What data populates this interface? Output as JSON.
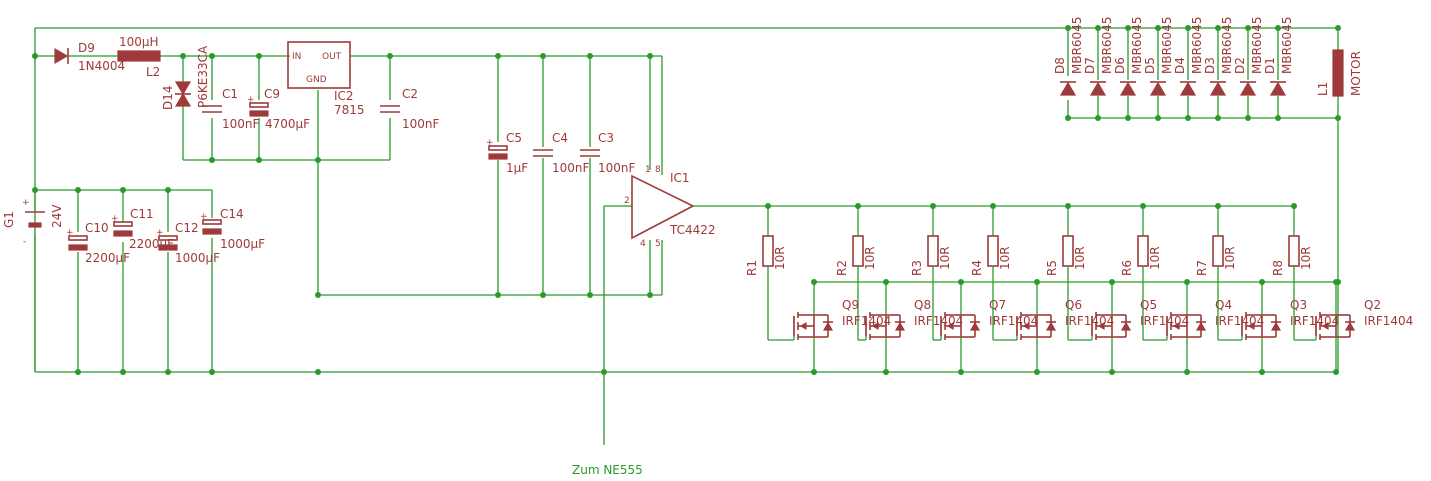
{
  "colors": {
    "wire": "#2b9a2b",
    "component": "#9e3a3a",
    "background": "#ffffff"
  },
  "labels": {
    "D9": "D9",
    "D9v": "1N4004",
    "L2v": "100µH",
    "L2": "L2",
    "D14": "D14",
    "D14v": "P6KE33CA",
    "C1": "C1",
    "C1v": "100nF",
    "C9": "C9",
    "C9v": "4700µF",
    "IC2": "IC2",
    "IC2v": "7815",
    "IC2in": "IN",
    "IC2out": "OUT",
    "IC2gnd": "GND",
    "C2": "C2",
    "C2v": "100nF",
    "C5": "C5",
    "C5v": "1µF",
    "C4": "C4",
    "C4v": "100nF",
    "C3": "C3",
    "C3v": "100nF",
    "G1": "G1",
    "G1v": "24V",
    "C10": "C10",
    "C10v": "2200µF",
    "C11": "C11",
    "C11v": "2200µF",
    "C12": "C12",
    "C12v": "1000µF",
    "C14": "C14",
    "C14v": "1000µF",
    "IC1": "IC1",
    "IC1v": "TC4422",
    "p1": "1",
    "p2": "2",
    "p4": "4",
    "p5": "5",
    "p8": "8",
    "plus": "+",
    "minus": "-",
    "L1": "L1",
    "L1v": "MOTOR",
    "note": "Zum NE555"
  },
  "diodes": [
    {
      "name": "D8",
      "value": "MBR6045"
    },
    {
      "name": "D7",
      "value": "MBR6045"
    },
    {
      "name": "D6",
      "value": "MBR6045"
    },
    {
      "name": "D5",
      "value": "MBR6045"
    },
    {
      "name": "D4",
      "value": "MBR6045"
    },
    {
      "name": "D3",
      "value": "MBR6045"
    },
    {
      "name": "D2",
      "value": "MBR6045"
    },
    {
      "name": "D1",
      "value": "MBR6045"
    }
  ],
  "resistors": [
    {
      "name": "R1",
      "value": "10R"
    },
    {
      "name": "R2",
      "value": "10R"
    },
    {
      "name": "R3",
      "value": "10R"
    },
    {
      "name": "R4",
      "value": "10R"
    },
    {
      "name": "R5",
      "value": "10R"
    },
    {
      "name": "R6",
      "value": "10R"
    },
    {
      "name": "R7",
      "value": "10R"
    },
    {
      "name": "R8",
      "value": "10R"
    }
  ],
  "mosfets": [
    {
      "name": "Q9",
      "value": "IRF1404"
    },
    {
      "name": "Q8",
      "value": "IRF1404"
    },
    {
      "name": "Q7",
      "value": "IRF1404"
    },
    {
      "name": "Q6",
      "value": "IRF1404"
    },
    {
      "name": "Q5",
      "value": "IRF1404"
    },
    {
      "name": "Q4",
      "value": "IRF1404"
    },
    {
      "name": "Q3",
      "value": "IRF1404"
    },
    {
      "name": "Q2",
      "value": "IRF1404"
    }
  ]
}
